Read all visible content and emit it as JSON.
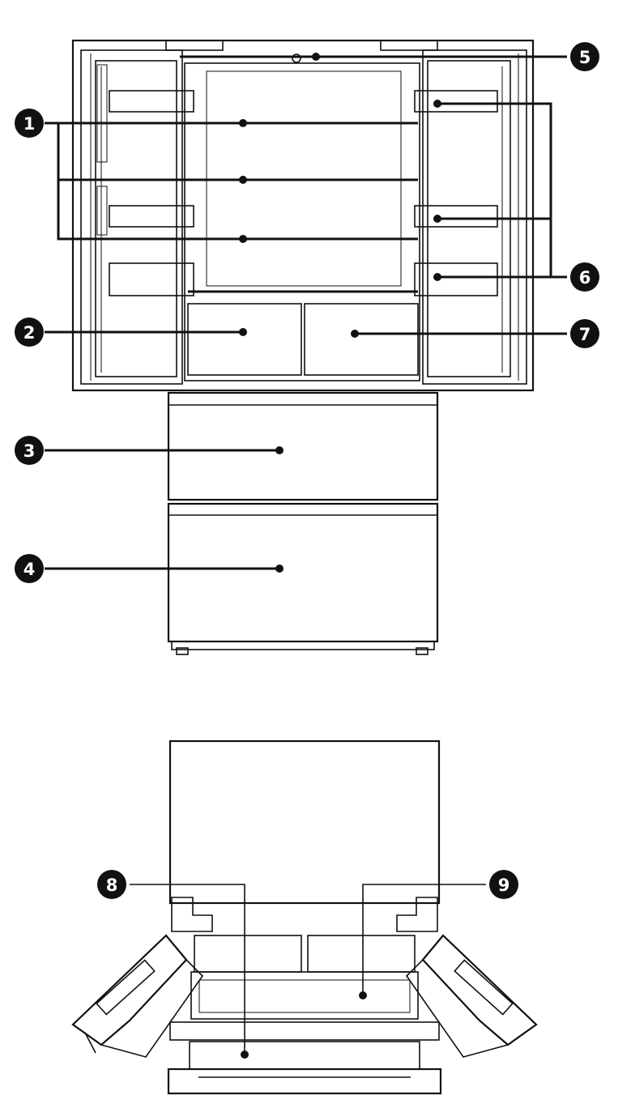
{
  "figure": {
    "top_view": "fridge-doors-open-front",
    "bottom_view": "fridge-drawers-open-top",
    "callouts": [
      {
        "id": "c1",
        "label": "1",
        "part": "shelves"
      },
      {
        "id": "c2",
        "label": "2",
        "part": "left-crisper-drawer"
      },
      {
        "id": "c3",
        "label": "3",
        "part": "middle-drawer"
      },
      {
        "id": "c4",
        "label": "4",
        "part": "bottom-drawer"
      },
      {
        "id": "c5",
        "label": "5",
        "part": "top-light"
      },
      {
        "id": "c6",
        "label": "6",
        "part": "door-bins"
      },
      {
        "id": "c7",
        "label": "7",
        "part": "right-crisper-drawer"
      },
      {
        "id": "c8",
        "label": "8",
        "part": "lower-drawer-interior"
      },
      {
        "id": "c9",
        "label": "9",
        "part": "upper-drawer-interior"
      }
    ]
  },
  "colors": {
    "line": "#111111",
    "callout_fill": "#111111",
    "callout_text": "#ffffff",
    "background": "#ffffff"
  }
}
